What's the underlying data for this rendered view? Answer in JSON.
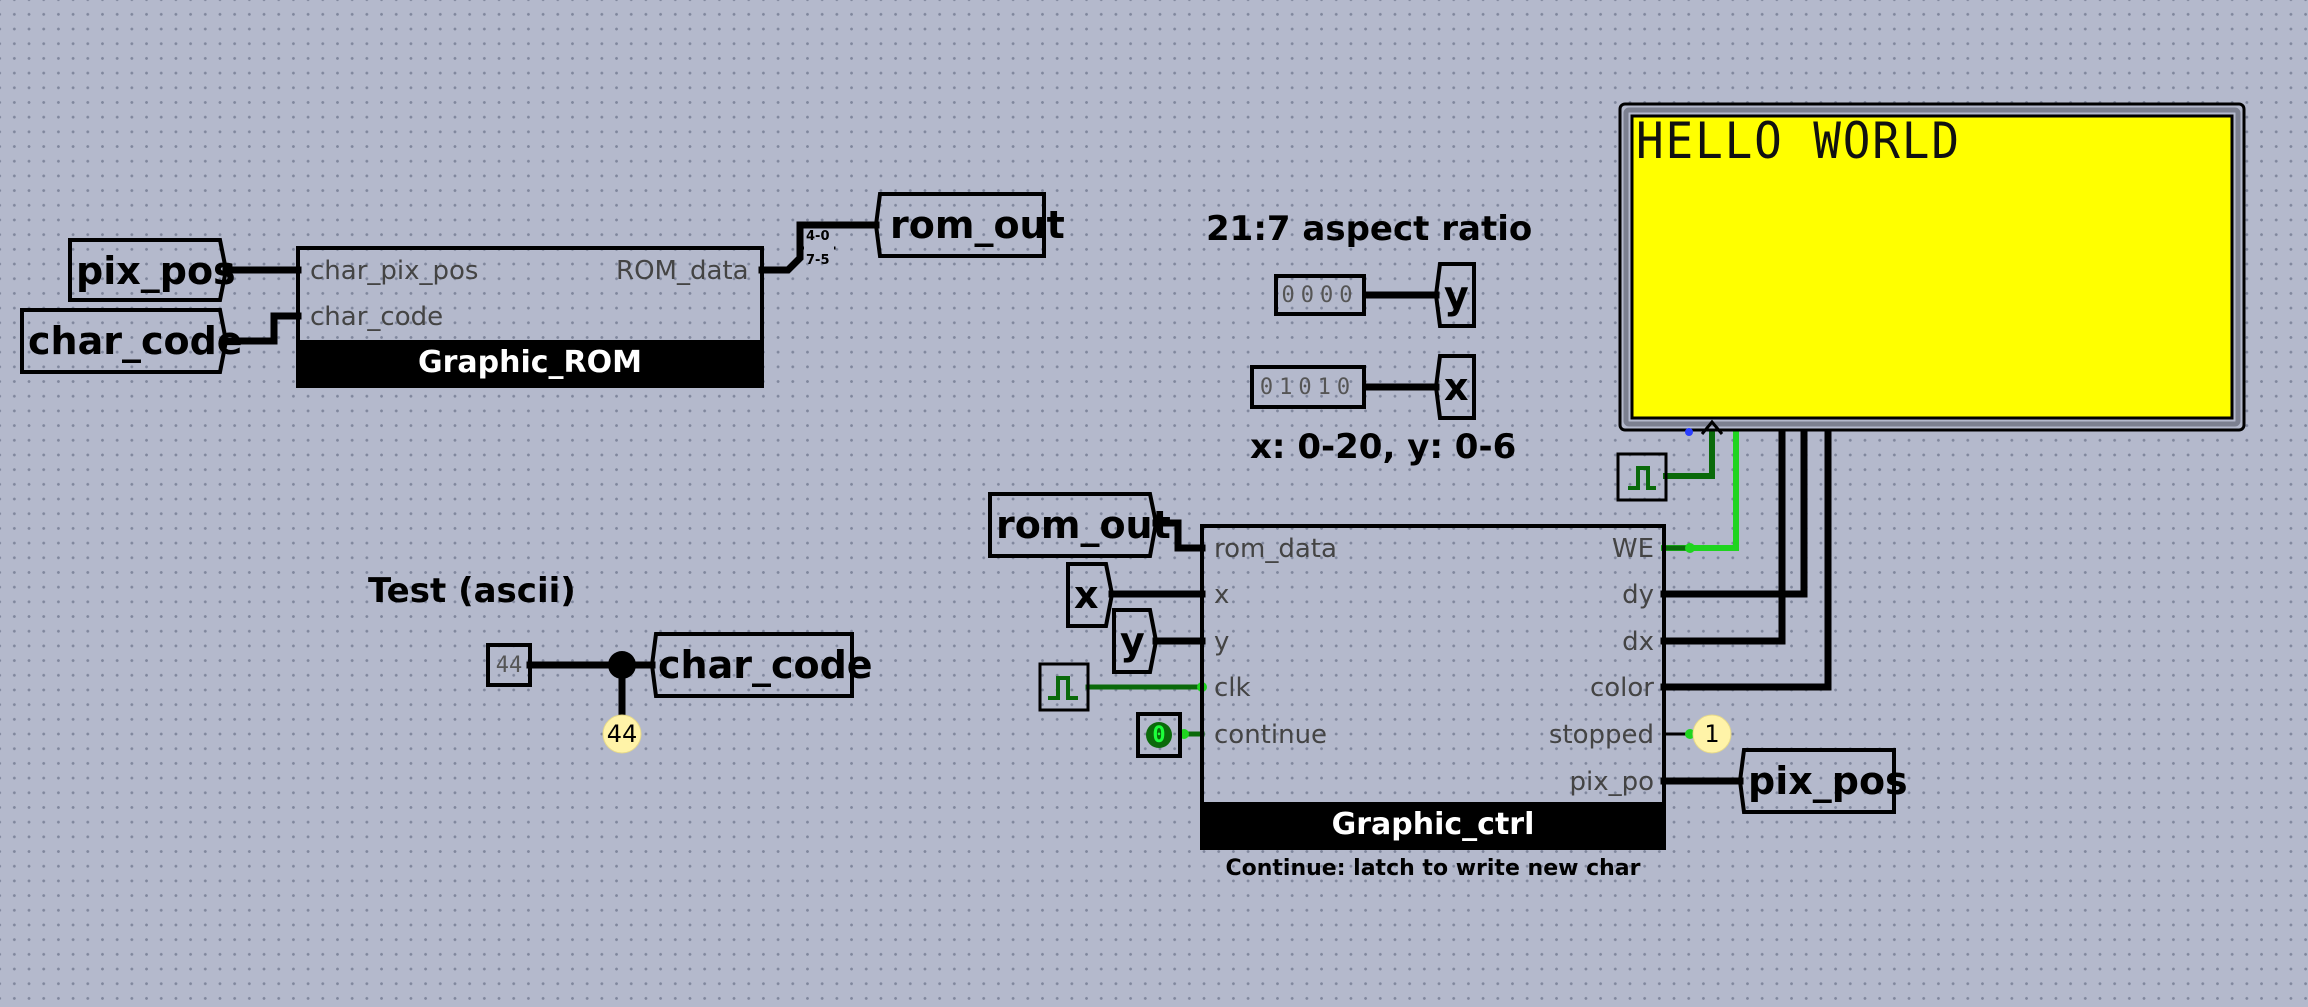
{
  "graphic_rom": {
    "title": "Graphic_ROM",
    "ports": {
      "char_pix_pos": "char_pix_pos",
      "char_code": "char_code",
      "rom_data": "ROM_data"
    },
    "splitter": {
      "bits_low": "4-0",
      "bits_high": "7-5"
    }
  },
  "graphic_ctrl": {
    "title": "Graphic_ctrl",
    "left_ports": [
      "rom_data",
      "x",
      "y",
      "clk",
      "continue"
    ],
    "right_ports": [
      "WE",
      "dy",
      "dx",
      "color",
      "stopped",
      "pix_po"
    ],
    "caption": "Continue: latch to write new char"
  },
  "tunnels": {
    "pix_pos_in": "pix_pos",
    "char_code_in": "char_code",
    "rom_out_rom": "rom_out",
    "char_code_test": "char_code",
    "rom_out_ctrl": "rom_out",
    "x_ctrl": "x",
    "y_ctrl": "y",
    "y_pin": "y",
    "x_pin": "x",
    "pix_pos_out": "pix_pos"
  },
  "labels": {
    "aspect_ratio": "21:7 aspect ratio",
    "ranges": "x: 0-20, y: 0-6",
    "test": "Test (ascii)"
  },
  "pins": {
    "y_value": "0000",
    "x_value": "01010",
    "test_value": "44",
    "continue_value": "0"
  },
  "probes": {
    "test_probe": "44",
    "stopped_probe": "1"
  },
  "lcd": {
    "text": "HELLO WORLD",
    "background": "#ffff00"
  },
  "colors": {
    "canvas": "#b4b9cc",
    "wire": "#000000",
    "wire_active": "#1fd41f",
    "wire_dark_green": "#0a6a0a",
    "probe": "#fff3a8"
  }
}
